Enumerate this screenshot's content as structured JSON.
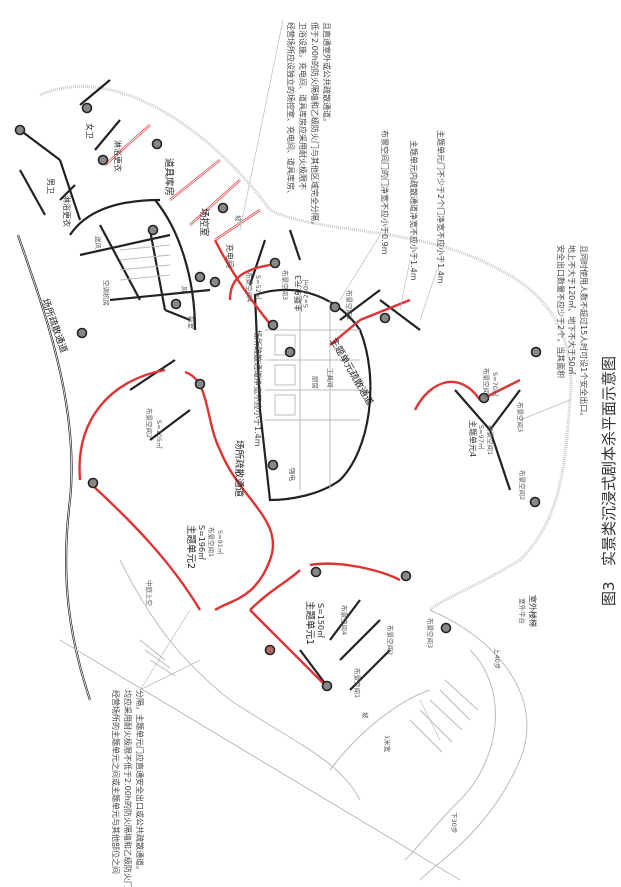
{
  "caption": {
    "figure_no": "图3",
    "title": "实景类沉浸式剧本杀平面示意图"
  },
  "notes": {
    "top": [
      "经营场所应设独立的场控室、充电间、道具库房、",
      "卫浴设施，充电间、道具库房应采用耐火极限不",
      "低于2.00h的防火隔墙和乙级防火门与其他区域完全分隔，",
      "且直通室外或公共疏散通道。"
    ],
    "door_width": "布景空间门的门净宽不应小于0.9m",
    "unit_corridor": "主题单元内疏散通道净宽不应小于1.4m",
    "unit_doors": "主题单元门不少于2个门净宽不应小于1.4m",
    "exits": [
      "安全出口数量不应少于2个，当其面积",
      "地上不大于120㎡、地下不大于50㎡",
      "且同时使用人数不超过15人时可设1个安全出口。"
    ],
    "bottom": [
      "经营场所的主题单元之间或主题单元与其他部位之间",
      "均应采用耐火极限不低于2.00h的防火隔墙和乙级防火门完全",
      "分隔，主题单元门应直通安全出口或公共疏散通道。"
    ],
    "corridor_width": "场所疏散通道净宽不应小于1.4m"
  },
  "rooms": {
    "female_wc": "女卫",
    "shower1": "淋浴更衣",
    "male_wc": "男卫",
    "shower2": "淋浴更衣",
    "props": "道具库房",
    "control": "场控室",
    "charging": "充电间",
    "air_supply": "送风",
    "ac_room": "空调机房",
    "vestibule": "前室",
    "wind": "风",
    "corridor_a": "场所疏散通道",
    "corridor_b": "场所疏散通道",
    "unit_corridor_label": "主题单元疏散通道",
    "atrium": "中庭上空",
    "terrace": "室外平台",
    "ext_stair": "室外楼梯",
    "up40": "上40步",
    "down30": "下30步",
    "width1m": "1米宽",
    "ramp1": "坡",
    "ramp2": "坡",
    "kitchen": "厨房",
    "tool": "工具间",
    "elec": "强电"
  },
  "units": [
    {
      "name": "主题单元1",
      "area": "S=150㎡",
      "spaces": [
        "布景空间4",
        "布景空间2",
        "布景空间3",
        "布景空间1"
      ]
    },
    {
      "name": "主题单元2",
      "area": "S=196㎡",
      "spaces": [
        "布景空间2",
        "S=105㎡",
        "布景空间1",
        "S=91㎡"
      ]
    },
    {
      "name": "主题单元3",
      "area": "S=260㎡",
      "spaces": [
        "布景空间4",
        "S=52㎡",
        "布景空间3",
        "布景空间2"
      ]
    },
    {
      "name": "主题单元4",
      "area": "S=97㎡",
      "spaces": [
        "布景空间1",
        "布景空间3",
        "布景空间2",
        "布景空间1",
        "S=70㎡"
      ]
    }
  ]
}
